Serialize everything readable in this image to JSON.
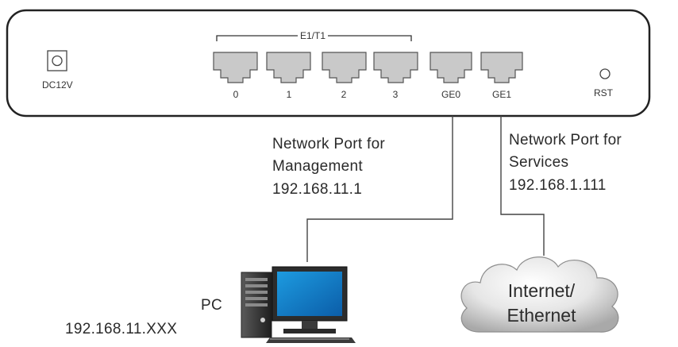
{
  "device": {
    "power_label": "DC12V",
    "e1t1_label": "E1/T1",
    "reset_label": "RST",
    "ports": [
      {
        "label": "0"
      },
      {
        "label": "1"
      },
      {
        "label": "2"
      },
      {
        "label": "3"
      },
      {
        "label": "GE0"
      },
      {
        "label": "GE1"
      }
    ]
  },
  "management": {
    "line1": "Network Port for",
    "line2": "Management",
    "ip": "192.168.11.1"
  },
  "services": {
    "line1": "Network Port for",
    "line2": "Services",
    "ip": "192.168.1.111"
  },
  "pc": {
    "label": "PC",
    "ip": "192.168.11.XXX"
  },
  "cloud": {
    "line1": "Internet/",
    "line2": "Ethernet"
  }
}
